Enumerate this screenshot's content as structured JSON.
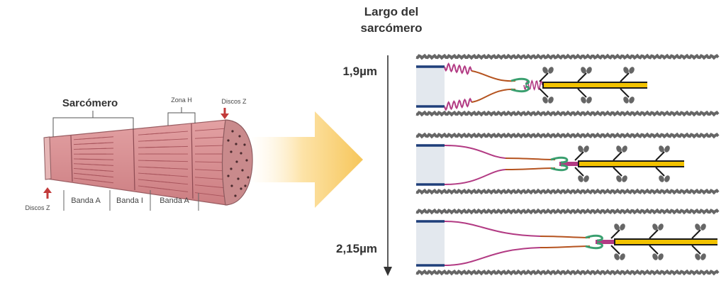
{
  "left_figure": {
    "sarcomere_label": "Sarcómero",
    "h_zone_label": "Zona H",
    "z_disc_top_label": "Discos Z",
    "z_disc_bottom_label": "Discos Z",
    "bands": [
      "Banda A",
      "Banda I",
      "Banda A"
    ]
  },
  "right_figure": {
    "title_line1": "Largo del",
    "title_line2": "sarcómero",
    "length_top": "1,9µm",
    "length_bottom": "2,15µm"
  },
  "colors": {
    "muscle_fill": "#d4878a",
    "muscle_stripes": "#b05f66",
    "arrow_yellow": "#f6c65a",
    "z_line_blue": "#1f3f7a",
    "titin_spring": "#b23a83",
    "titin_segment": "#b5531f",
    "n2a_green": "#3a9f6f",
    "thick_filament_yellow": "#f2c200",
    "myosin_black": "#1a1a1a",
    "actin_gray": "#666666",
    "red_arrow": "#c23a3a"
  }
}
